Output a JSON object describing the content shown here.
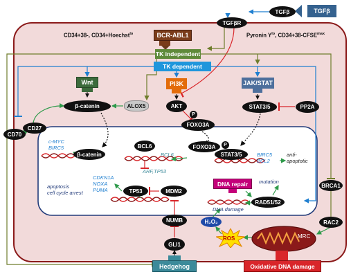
{
  "cell": {
    "left_header": "CD34+38-, CD34+Hoechst",
    "left_header_sup": "lo",
    "right_header": "Pyronin Y",
    "right_header_sup1": "lo",
    "right_header_mid": ", CD34+38-CFSE",
    "right_header_sup2": "max"
  },
  "external": {
    "tgfb_box": "TGFβ",
    "tgfb_ellipse": "TGFβ",
    "tgfbr": "TGFβR",
    "hedgehog": "Hedgehog",
    "oxidative": "Oxidative DNA damage",
    "cd70": "CD70"
  },
  "pathways": {
    "bcr_abl": "BCR-ABL1",
    "tk_independent": "TK independent",
    "tk_dependent": "TK dependent",
    "wnt": "Wnt",
    "pi3k": "PI3K",
    "jak_stat": "JAK/STAT",
    "dna_repair": "DNA repair"
  },
  "cytoplasm_nodes": {
    "beta_catenin": "β-catenin",
    "alox5": "ALOX5",
    "akt": "AKT",
    "foxo3a": "FOXO3A",
    "stat35": "STAT3/5",
    "pp2a": "PP2A",
    "cd27": "CD27",
    "brca1": "BRCA1",
    "rac2": "RAC2",
    "gli1": "GLI1",
    "numb": "NUMB",
    "h2o2": "H₂O₂",
    "ros": "ROS",
    "mrc": "MRC",
    "p": "P"
  },
  "nucleus_nodes": {
    "beta_catenin": "β-catenin",
    "bcl6": "BCL6",
    "foxo3a": "FOXO3A",
    "stat35": "STAT3/5",
    "tp53": "TP53",
    "mdm2": "MDM2",
    "rad51": "RAD51/52"
  },
  "nucleus_text": {
    "myc_birc5": "c-MYC\nBIRC5",
    "bcl6_gene": "BCL6",
    "arf_tp53": "ARF,TP53",
    "birc5_bcl2": "BIRC5\nBCL2",
    "anti_apoptotic": "anti-\napoptotic",
    "cdkn": "CDKN1A\nNOXA\nPUMA",
    "apoptosis": "apoptosis\ncell cycle arrest",
    "mutation": "mutation",
    "dna_damage": "DNA damage"
  },
  "colors": {
    "cell_fill": "#f2dada",
    "cell_border": "#8b1a1a",
    "green": "#2e9a4a",
    "red": "#d9262a",
    "olive": "#6f7d2c",
    "blue": "#1f7fd0",
    "navy": "#223b7a",
    "orange": "#e36c0a",
    "magenta": "#c4007a",
    "teal": "#3c8a9a"
  }
}
